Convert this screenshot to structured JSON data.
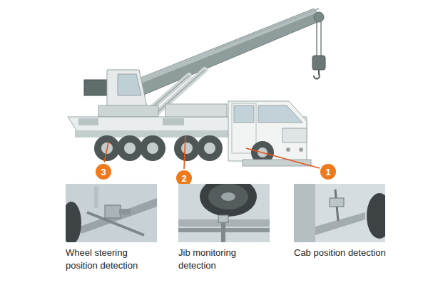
{
  "diagram": {
    "nodes": [
      {
        "text": [
          "3"
        ]
      },
      {
        "text": [
          "2"
        ]
      },
      {
        "text": [
          "1"
        ]
      },
      {
        "text": [
          "Wheel steering position detection"
        ]
      },
      {
        "text": [
          "Jib monitoring detection"
        ]
      },
      {
        "text": [
          "Cab position detection"
        ]
      }
    ]
  }
}
